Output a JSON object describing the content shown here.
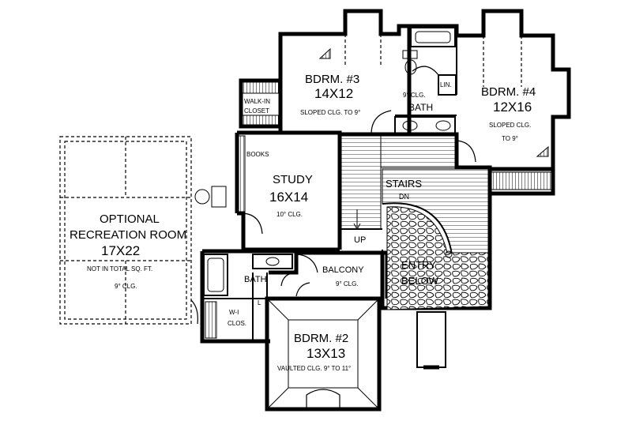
{
  "rooms": {
    "bdrm3": {
      "name": "BDRM. #3",
      "size": "14X12",
      "note": "SLOPED CLG. TO 9°"
    },
    "bdrm4": {
      "name": "BDRM. #4",
      "size": "12X16",
      "note1": "SLOPED CLG.",
      "note2": "TO 9°"
    },
    "bath_upper": {
      "name": "BATH",
      "note": "9° CLG."
    },
    "lin": {
      "name": "LIN."
    },
    "walkin": {
      "line1": "WALK-IN",
      "line2": "CLOSET"
    },
    "books": {
      "name": "BOOKS"
    },
    "study": {
      "name": "STUDY",
      "size": "16X14",
      "note": "10° CLG."
    },
    "stairs": {
      "name": "STAIRS",
      "dn": "DN",
      "up": "UP"
    },
    "recreation": {
      "line1": "OPTIONAL",
      "line2": "RECREATION ROOM",
      "size": "17X22",
      "note1": "NOT IN TOTAL SQ. FT.",
      "note2": "9° CLG."
    },
    "bath_lower": {
      "name": "BATH"
    },
    "balcony": {
      "name": "BALCONY",
      "note": "9° CLG."
    },
    "entry": {
      "line1": "ENTRY",
      "line2": "BELOW"
    },
    "wi_clos": {
      "line1": "W-I",
      "line2": "CLOS."
    },
    "l_mark": {
      "name": "L"
    },
    "bdrm2": {
      "name": "BDRM. #2",
      "size": "13X13",
      "note": "VAULTED CLG. 9° TO 11°"
    }
  }
}
